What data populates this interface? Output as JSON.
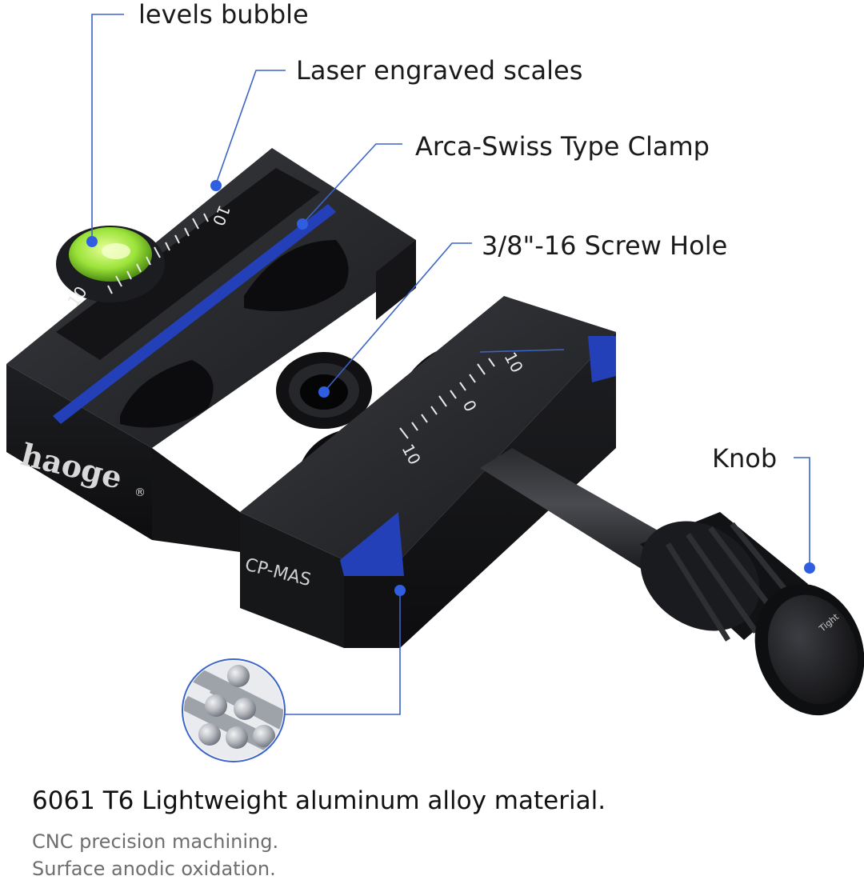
{
  "callouts": {
    "levels_bubble": "levels bubble",
    "scales": "Laser engraved scales",
    "clamp": "Arca-Swiss Type Clamp",
    "screw_hole": "3/8\"-16 Screw Hole",
    "knob": "Knob"
  },
  "engravings": {
    "brand": "haoge",
    "registered": "®",
    "model": "CP-MAS",
    "knob_text": "Tight",
    "scale_left_a": "10",
    "scale_left_b": "10",
    "scale_right_a": "10",
    "scale_right_zero": "0",
    "scale_right_b": "10"
  },
  "footer": {
    "heading": "6061 T6 Lightweight aluminum alloy material.",
    "lines": [
      "CNC precision machining.",
      "Surface anodic oxidation."
    ]
  },
  "colors": {
    "accent": "#2f5fe0",
    "anodized_blue": "#2340b8",
    "body": "#1b1c1f",
    "bubble": "#9be33a"
  }
}
